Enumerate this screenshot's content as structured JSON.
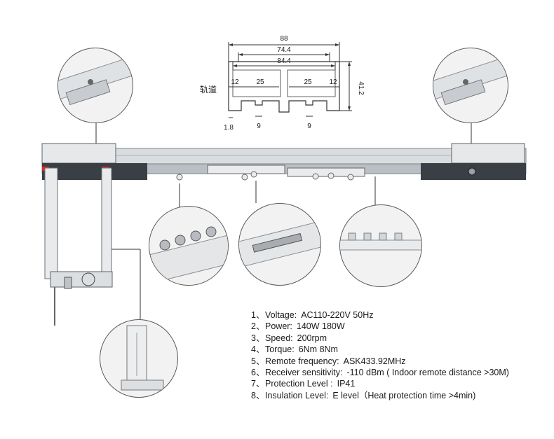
{
  "cross_section": {
    "label": "轨道",
    "dimensions": {
      "total_width": "88",
      "inner_width_top": "74.4",
      "inner_width_mid": "84.4",
      "height": "41.2",
      "left_margin": "12",
      "left_channel": "25",
      "right_channel": "25",
      "right_margin": "12",
      "wall_thickness": "1.8",
      "left_slot": "9",
      "right_slot": "9"
    }
  },
  "specs": [
    {
      "num": "1、",
      "label": "Voltage:",
      "value": "AC110-220V 50Hz"
    },
    {
      "num": "2、",
      "label": "Power:",
      "value": "140W  180W"
    },
    {
      "num": "3、",
      "label": "Speed:",
      "value": "200rpm"
    },
    {
      "num": "4、",
      "label": "Torque:",
      "value": "6Nm    8Nm"
    },
    {
      "num": "5、",
      "label": "Remote frequency:",
      "value": "ASK433.92MHz"
    },
    {
      "num": "6、",
      "label": "Receiver sensitivity:",
      "value": "-110 dBm ( Indoor remote distance >30M)"
    },
    {
      "num": "7、",
      "label": "Protection Level :",
      "value": "IP41"
    },
    {
      "num": "8、",
      "label": "Insulation Level:",
      "value": "E level（Heat protection time >4min)"
    }
  ],
  "colors": {
    "rail": "#d9dde0",
    "rail_dark": "#8a8f94",
    "end_block": "#2f3338",
    "motor_red": "#e02b20"
  }
}
